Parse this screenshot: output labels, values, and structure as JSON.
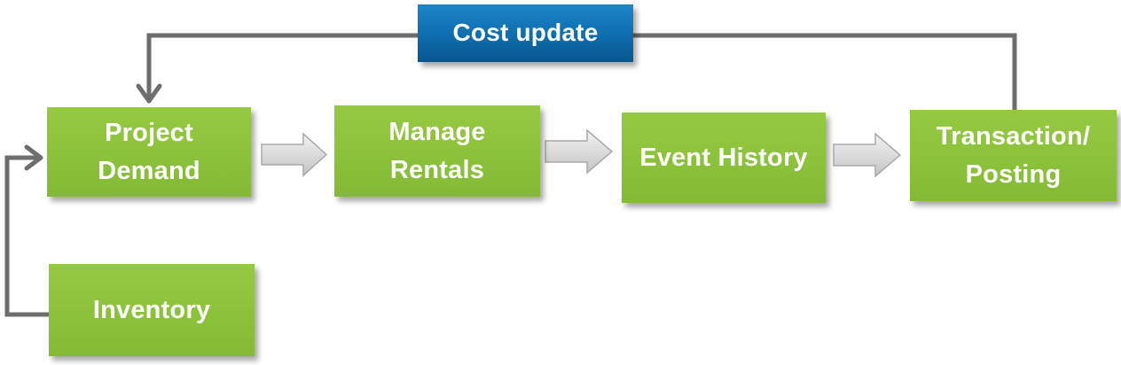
{
  "diagram": {
    "nodes": {
      "project_demand": "Project\nDemand",
      "manage_rentals": "Manage\nRentals",
      "event_history": "Event History",
      "transaction_posting": "Transaction/\nPosting",
      "inventory": "Inventory",
      "cost_update": "Cost update"
    },
    "colors": {
      "process_box": "#8cc23a",
      "update_box": "#0f6fb0",
      "connector_line": "#6d6d6d",
      "flow_arrow": "#d6d6d6"
    }
  }
}
